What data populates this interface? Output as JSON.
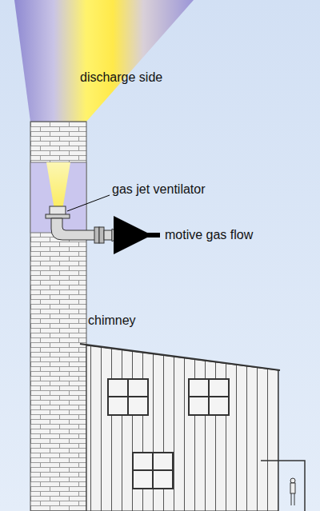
{
  "diagram": {
    "labels": [
      "discharge side",
      "gas jet ventilator",
      "motive gas flow",
      "chimney"
    ]
  }
}
